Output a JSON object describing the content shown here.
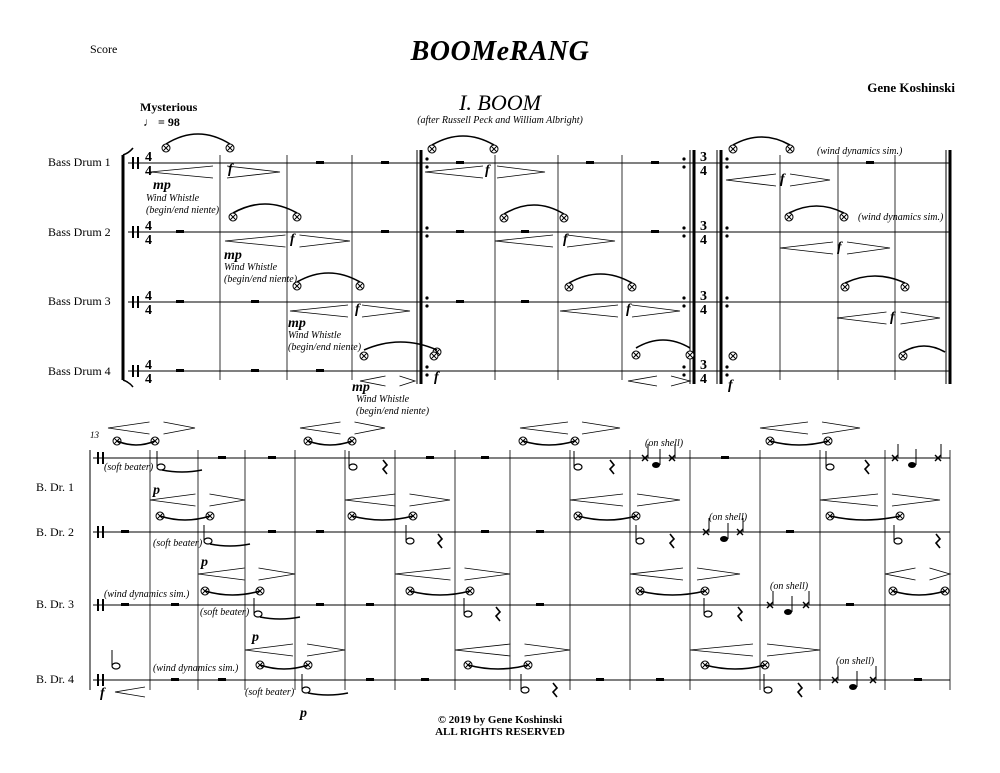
{
  "header": {
    "score_label": "Score",
    "title": "BOOMeRANG",
    "composer": "Gene Koshinski",
    "movement": "I. BOOM",
    "subtitle": "(after Russell Peck and William Albright)",
    "tempo_word": "Mysterious",
    "tempo_value": "♩ = 98"
  },
  "system1": {
    "instruments": [
      "Bass Drum 1",
      "Bass Drum 2",
      "Bass Drum 3",
      "Bass Drum 4"
    ],
    "time_signature_a": "4/4",
    "time_signature_b": "3/4",
    "dynamic_mp": "mp",
    "dynamic_f": "f",
    "wind_whistle": "Wind Whistle",
    "niente": "(begin/end niente)",
    "wind_dyn_sim": "(wind dynamics sim.)"
  },
  "system2": {
    "measure_number": "13",
    "instruments": [
      "B. Dr. 1",
      "B. Dr. 2",
      "B. Dr. 3",
      "B. Dr. 4"
    ],
    "soft_beater": "(soft beater)",
    "on_shell": "(on shell)",
    "wind_dyn_sim": "(wind dynamics sim.)",
    "dynamic_p": "p",
    "dynamic_f": "f"
  },
  "footer": {
    "copyright": "© 2019 by Gene Koshinski",
    "rights": "ALL RIGHTS RESERVED"
  }
}
